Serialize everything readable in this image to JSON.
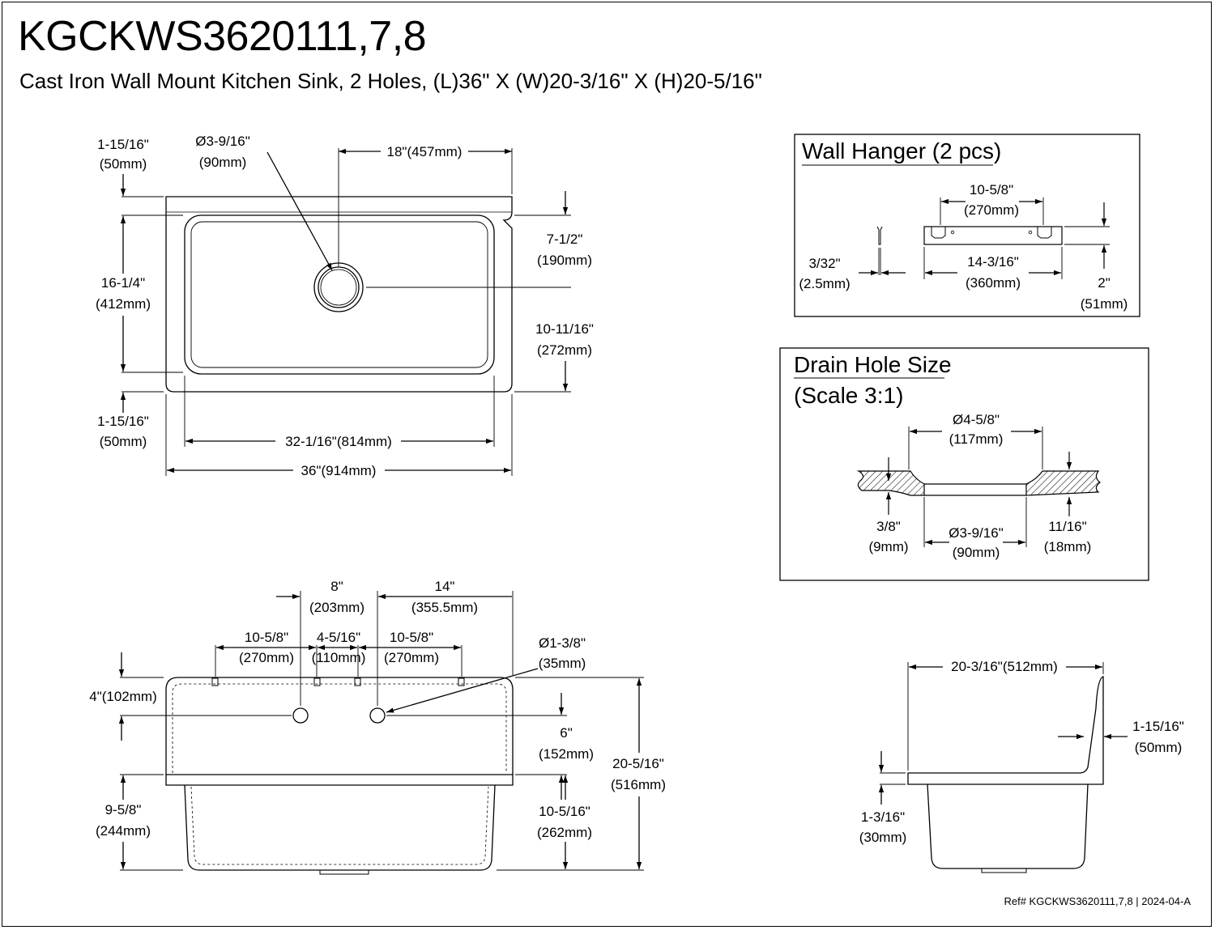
{
  "header": {
    "model": "KGCKWS3620111,7,8",
    "description": "Cast Iron Wall Mount Kitchen Sink, 2 Holes, (L)36\" X (W)20-3/16\" X (H)20-5/16\""
  },
  "top_view": {
    "rim_front_in": "1-15/16\"",
    "rim_front_mm": "(50mm)",
    "drain_dia_in": "Ø3-9/16\"",
    "drain_dia_mm": "(90mm)",
    "drain_center_in": "18\"(457mm)",
    "back_to_drain_in": "7-1/2\"",
    "back_to_drain_mm": "(190mm)",
    "bowl_width_in": "16-1/4\"",
    "bowl_width_mm": "(412mm)",
    "drain_to_front_in": "10-11/16\"",
    "drain_to_front_mm": "(272mm)",
    "rim_back_in": "1-15/16\"",
    "rim_back_mm": "(50mm)",
    "bowl_length": "32-1/16\"(814mm)",
    "overall_length": "36\"(914mm)"
  },
  "front_view": {
    "spacing_a_in": "8\"",
    "spacing_a_mm": "(203mm)",
    "spacing_b_in": "14\"",
    "spacing_b_mm": "(355.5mm)",
    "hanger_left_in": "10-5/8\"",
    "hanger_left_mm": "(270mm)",
    "holes_in": "4-5/16\"",
    "holes_mm": "(110mm)",
    "hanger_right_in": "10-5/8\"",
    "hanger_right_mm": "(270mm)",
    "hole_dia_in": "Ø1-3/8\"",
    "hole_dia_mm": "(35mm)",
    "hole_height": "4\"(102mm)",
    "backsplash_in": "6\"",
    "backsplash_mm": "(152mm)",
    "overall_height_in": "20-5/16\"",
    "overall_height_mm": "(516mm)",
    "bowl_depth_in": "9-5/8\"",
    "bowl_depth_mm": "(244mm)",
    "bowl_height_in": "10-5/16\"",
    "bowl_height_mm": "(262mm)"
  },
  "wall_hanger": {
    "title": "Wall Hanger (2 pcs)",
    "slot_spacing_in": "10-5/8\"",
    "slot_spacing_mm": "(270mm)",
    "thickness_in": "3/32\"",
    "thickness_mm": "(2.5mm)",
    "length_in": "14-3/16\"",
    "length_mm": "(360mm)",
    "height_in": "2\"",
    "height_mm": "(51mm)"
  },
  "drain_hole": {
    "title": "Drain Hole Size",
    "scale": "(Scale  3:1)",
    "outer_dia_in": "Ø4-5/8\"",
    "outer_dia_mm": "(117mm)",
    "recess_in": "3/8\"",
    "recess_mm": "(9mm)",
    "inner_dia_in": "Ø3-9/16\"",
    "inner_dia_mm": "(90mm)",
    "thickness_in": "11/16\"",
    "thickness_mm": "(18mm)"
  },
  "side_view": {
    "depth": "20-3/16\"(512mm)",
    "backsplash_thk_in": "1-15/16\"",
    "backsplash_thk_mm": "(50mm)",
    "rim_thk_in": "1-3/16\"",
    "rim_thk_mm": "(30mm)"
  },
  "footer": {
    "ref": "Ref# KGCKWS3620111,7,8 | 2024-04-A"
  }
}
